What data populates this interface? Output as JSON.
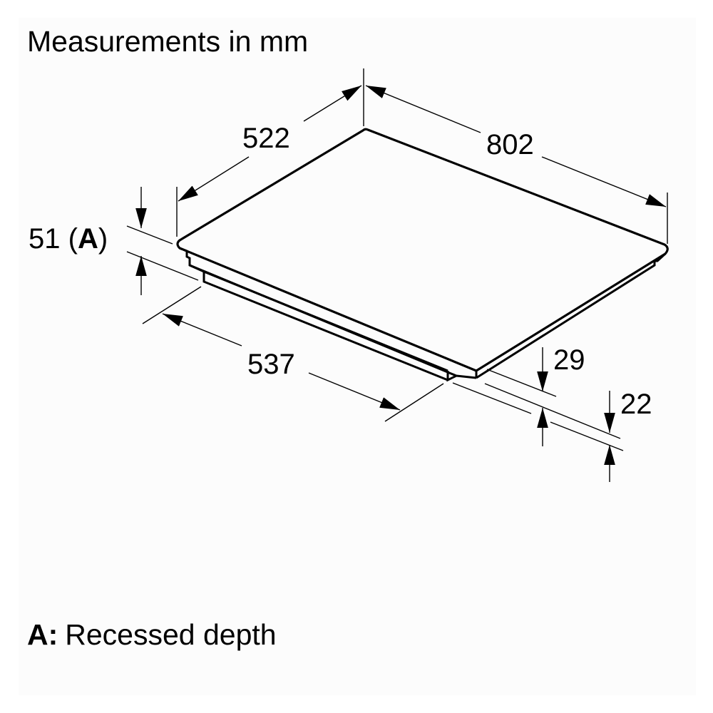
{
  "header": {
    "title": "Measurements in mm"
  },
  "diagram": {
    "subject": "cooktop-isometric",
    "colors": {
      "line": "#000000",
      "background": "#fcfcfc"
    },
    "dimensions": {
      "depth": {
        "value": "522"
      },
      "width": {
        "value": "802"
      },
      "recess": {
        "value": "51",
        "ref_open": " (",
        "ref_key": "A",
        "ref_close": ")"
      },
      "cutout": {
        "value": "537"
      },
      "height_total": {
        "value": "29"
      },
      "height_body": {
        "value": "22"
      }
    }
  },
  "legend": {
    "key": "A:",
    "description": "Recessed depth"
  }
}
